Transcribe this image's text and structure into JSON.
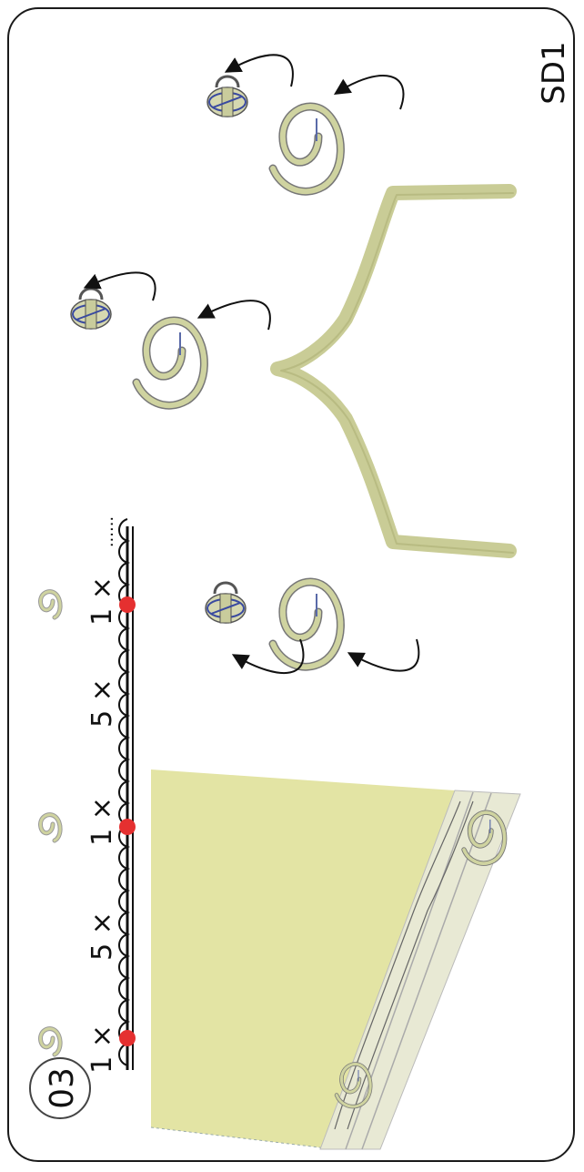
{
  "step": {
    "number": "03"
  },
  "model": {
    "code": "SD1"
  },
  "spacing": {
    "labels": [
      "1 ×",
      "5 ×",
      "1 ×",
      "5 ×",
      "1 ×"
    ],
    "trailing": "......"
  },
  "colors": {
    "fabric": "#e3e4a4",
    "rail": "#cfd1a6",
    "hook": "#cfd3a0",
    "marker": "#e53030",
    "outline": "#111111",
    "pin_blue": "#3a4aa0"
  }
}
